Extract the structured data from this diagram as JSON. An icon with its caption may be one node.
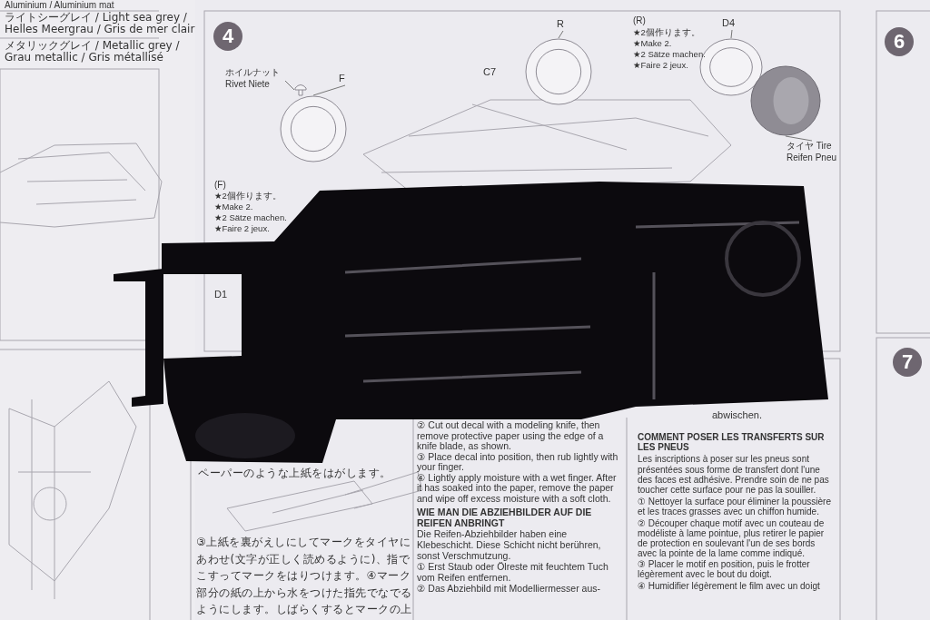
{
  "diagram": {
    "nodes": [
      {
        "text": [
          "F"
        ]
      },
      {
        "text": [],
        "shape": "picture"
      },
      {
        "text": [
          "R"
        ]
      },
      {
        "text": [],
        "shape": "picture"
      },
      {
        "text": [
          "D4"
        ]
      },
      {
        "text": [],
        "shape": "picture"
      },
      {
        "text": [
          "タイヤ Tire Reifen Pneu"
        ]
      },
      {
        "text": [],
        "shape": "picture"
      },
      {
        "text": [
          "ホイルナット Rivet Niete"
        ]
      },
      {
        "text": [],
        "shape": "picture"
      }
    ],
    "edges": [
      {
        "from": 0,
        "to": 1,
        "arrow": "none"
      },
      {
        "from": 2,
        "to": 3,
        "arrow": "none"
      },
      {
        "from": 4,
        "to": 5,
        "arrow": "none"
      },
      {
        "from": 6,
        "to": 7,
        "arrow": "none"
      },
      {
        "from": 8,
        "to": 9,
        "arrow": "none"
      }
    ],
    "labels": [
      "Aluminium / Aluminium mat",
      "ライトシーグレイ / Light sea grey / Helles Meergrau / Gris de mer clair",
      "メタリックグレイ / Metallic grey / Grau metallic / Gris métallisé",
      "4",
      "C7",
      "(R)",
      "★2個作ります。",
      "★Make 2.",
      "★2 Sätze machen.",
      "★Faire 2 jeux.",
      "6",
      "(F)",
      "★2個作ります。",
      "★Make 2.",
      "★2 Sätze machen.",
      "★Faire 2 jeux.",
      "D1",
      "7",
      "ペーパーのような上紙をはがします。",
      "③上紙を裏がえしにしてマークをタイヤにあわせ(文字が正しく読めるように)、指でこすってマークをはりつけます。④マーク部分の紙の上から水をつけた指先でなでるようにします。しばらくするとマークの上紙だけがはがれます。紙をはがしたあとは水気をやわらかい布でふ",
      "② Cut out decal with a modeling knife, then remove protective paper using the edge of a knife blade, as shown.",
      "③ Place decal into position, then rub lightly with your finger.",
      "④ Lightly apply moisture with a wet finger. After it has soaked into the paper, remove the paper and wipe off excess moisture with a soft cloth.",
      "WIE MAN DIE ABZIEHBILDER AUF DIE REIFEN ANBRINGT",
      "Die Reifen-Abziehbilder haben eine Klebeschicht. Diese Schicht nicht berühren, sonst Verschmutzung.",
      "① Erst Staub oder Ölreste mit feuchtem Tuch vom Reifen entfernen.",
      "② Das Abziehbild mit Modelliermesser aus-",
      "abwischen.",
      "COMMENT POSER LES TRANSFERTS SUR LES PNEUS",
      "Les inscriptions à poser sur les pneus sont présentées sous forme de transfert dont l'une des faces est adhésive. Prendre soin de ne pas toucher cette surface pour ne pas la souiller.",
      "① Nettoyer la surface pour éliminer la poussière et les traces grasses avec un chiffon humide.",
      "② Découper chaque motif avec un couteau de modéliste à lame pointue, plus retirer le papier de protection en soulevant l'un de ses bords avec la pointe de la lame comme indiqué.",
      "③ Placer le motif en position, puis le frotter légèrement avec le bout du doigt.",
      "④ Humidifier légèrement le film avec un doigt"
    ]
  }
}
